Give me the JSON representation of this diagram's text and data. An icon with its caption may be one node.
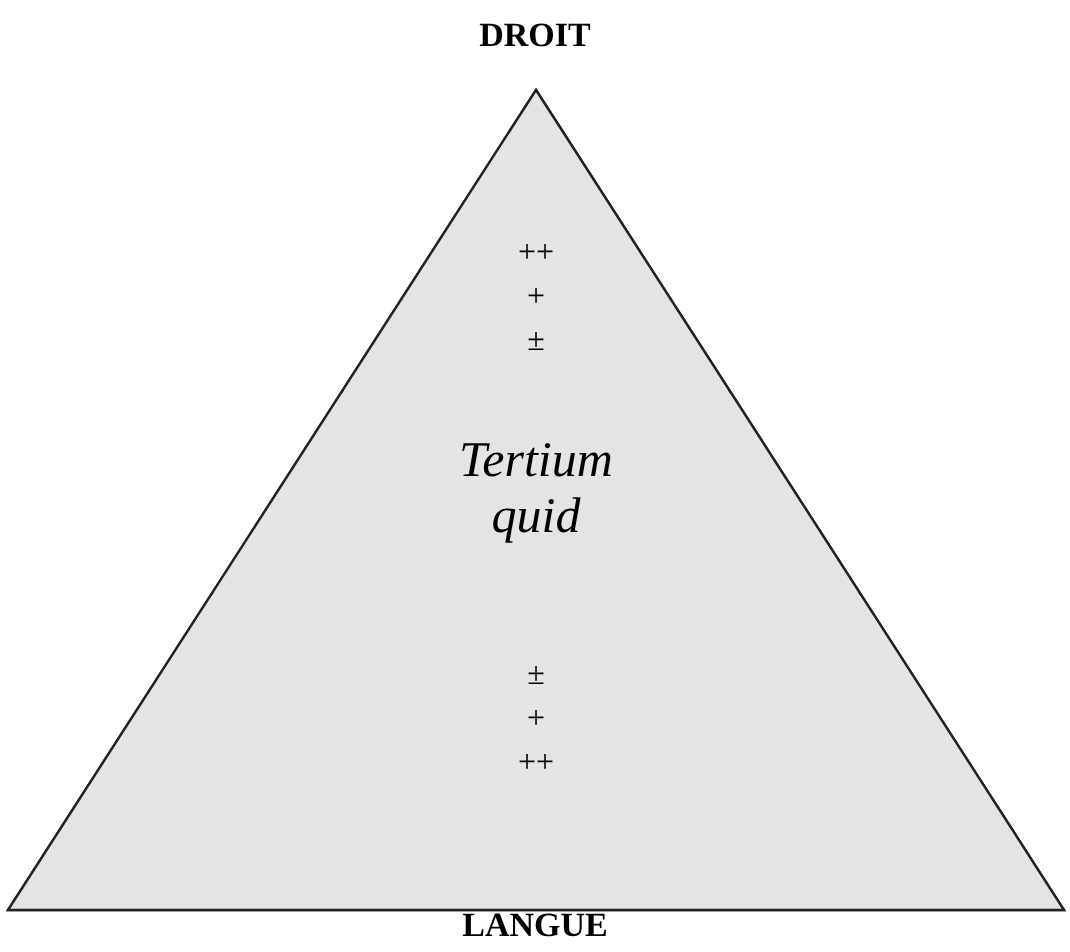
{
  "diagram": {
    "nodes": [
      {
        "text": [
          "DROIT",
          "LANGUE"
        ]
      },
      {
        "text": [
          "++",
          "+",
          "±"
        ],
        "in": 0
      },
      {
        "text": [
          "Tertium quid"
        ],
        "in": 0
      },
      {
        "text": [
          "±",
          "+",
          "++"
        ],
        "in": 0
      }
    ]
  }
}
